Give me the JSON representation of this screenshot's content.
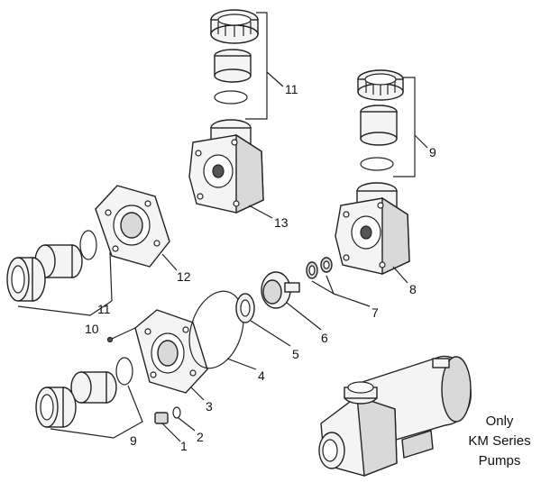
{
  "diagram": {
    "callouts": [
      {
        "id": "c1",
        "label": "1"
      },
      {
        "id": "c2",
        "label": "2"
      },
      {
        "id": "c3",
        "label": "3"
      },
      {
        "id": "c4",
        "label": "4"
      },
      {
        "id": "c5",
        "label": "5"
      },
      {
        "id": "c6",
        "label": "6"
      },
      {
        "id": "c7",
        "label": "7"
      },
      {
        "id": "c8",
        "label": "8"
      },
      {
        "id": "c9a",
        "label": "9"
      },
      {
        "id": "c9b",
        "label": "9"
      },
      {
        "id": "c10",
        "label": "10"
      },
      {
        "id": "c11a",
        "label": "11"
      },
      {
        "id": "c11b",
        "label": "11"
      },
      {
        "id": "c12",
        "label": "12"
      },
      {
        "id": "c13",
        "label": "13"
      }
    ],
    "note": {
      "line1": "Only",
      "line2": "KM Series",
      "line3": "Pumps"
    }
  }
}
